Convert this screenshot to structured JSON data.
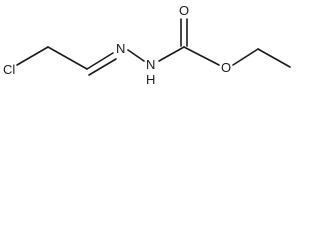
{
  "molecule": {
    "atoms": {
      "chlorine": "Cl",
      "imine_nitrogen": "N",
      "amine_nitrogen": "N",
      "amine_hydrogen": "H",
      "carbonyl_oxygen": "O",
      "ester_oxygen": "O"
    }
  }
}
